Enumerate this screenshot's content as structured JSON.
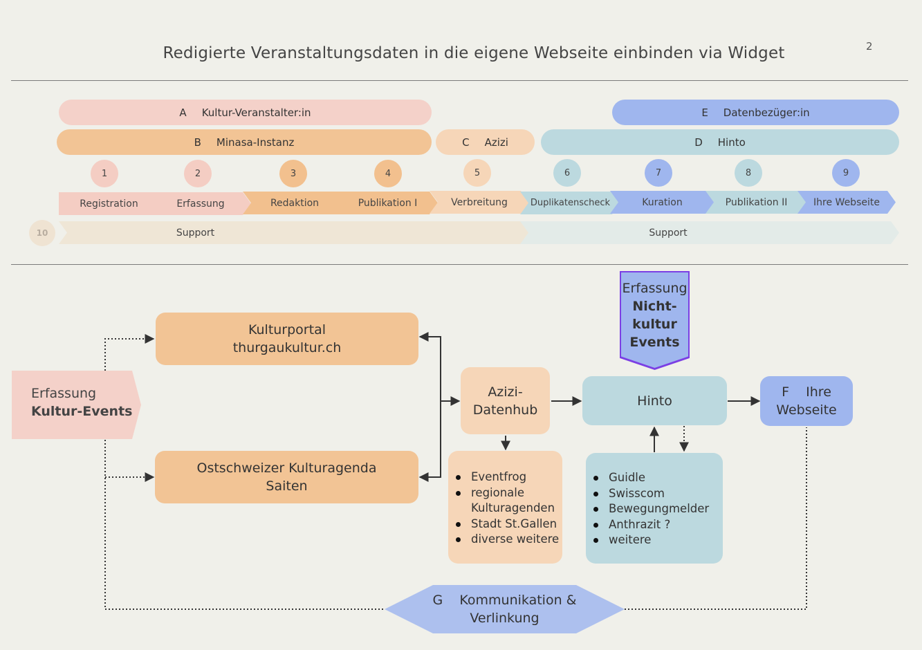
{
  "title": "Redigierte Veranstaltungsdaten in die eigene Webseite einbinden via Widget",
  "page_number": "2",
  "actors": {
    "a": {
      "letter": "A",
      "label": "Kultur-Veranstalter:in"
    },
    "b": {
      "letter": "B",
      "label": "Minasa-Instanz"
    },
    "c": {
      "letter": "C",
      "label": "Azizi"
    },
    "d": {
      "letter": "D",
      "label": "Hinto"
    },
    "e": {
      "letter": "E",
      "label": "Datenbezüger:in"
    }
  },
  "steps": [
    {
      "number": "1",
      "label": "Registration"
    },
    {
      "number": "2",
      "label": "Erfassung"
    },
    {
      "number": "3",
      "label": "Redaktion"
    },
    {
      "number": "4",
      "label": "Publikation I"
    },
    {
      "number": "5",
      "label": "Verbreitung"
    },
    {
      "number": "6",
      "label": "Duplikatenscheck"
    },
    {
      "number": "7",
      "label": "Kuration"
    },
    {
      "number": "8",
      "label": "Publikation II"
    },
    {
      "number": "9",
      "label": "Ihre Webseite"
    }
  ],
  "support": {
    "number": "10",
    "left_label": "Support",
    "right_label": "Support"
  },
  "flow": {
    "source": {
      "line1": "Erfassung",
      "line2": "Kultur-Events"
    },
    "portal1": {
      "line1": "Kulturportal",
      "line2": "thurgaukultur.ch"
    },
    "portal2": {
      "line1": "Ostschweizer Kulturagenda",
      "line2": "Saiten"
    },
    "hub": {
      "line1": "Azizi-",
      "line2": "Datenhub"
    },
    "hub_sources": [
      "Eventfrog",
      "regionale Kulturagenden",
      "Stadt St.Gallen",
      "diverse weitere"
    ],
    "nonculture": {
      "line1": "Erfassung",
      "line2": "Nicht-",
      "line3": "kultur",
      "line4": "Events"
    },
    "hinto": {
      "label": "Hinto"
    },
    "hinto_partners": [
      "Guidle",
      "Swisscom",
      "Bewegungmelder",
      "Anthrazit ?",
      "weitere"
    ],
    "website": {
      "line1": "F    Ihre",
      "line2": "Webseite"
    },
    "communication": {
      "line1": "G    Kommunikation &",
      "line2": "Verlinkung"
    }
  },
  "colors": {
    "pink": "#f4d1c9",
    "orange": "#f2c495",
    "peach": "#f6d6b8",
    "teal": "#bcd9df",
    "blue": "#9fb6ee",
    "nonculture_border": "#7b3fe4"
  }
}
